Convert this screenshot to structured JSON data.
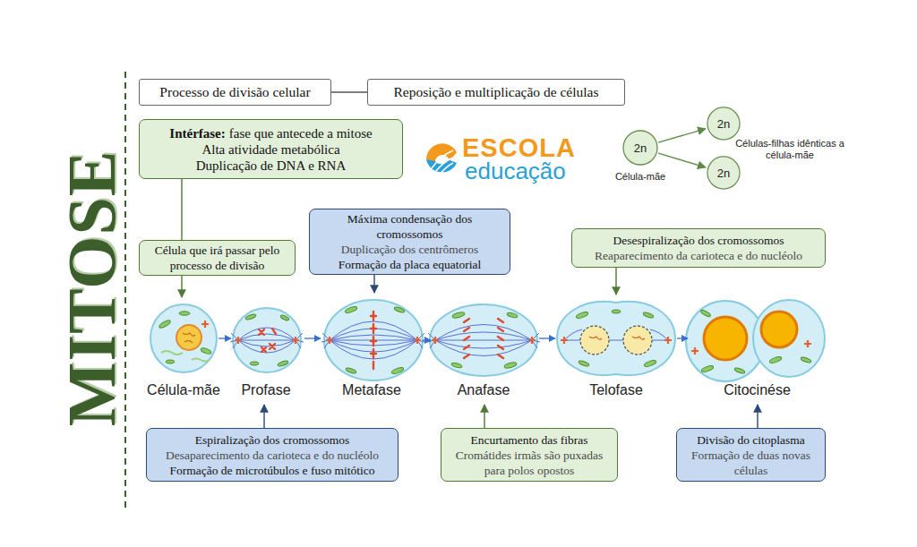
{
  "diagram": {
    "title": "MITOSE",
    "nodes": [
      {
        "text": [
          "Processo de divisão celular"
        ]
      },
      {
        "text": [
          "Reposição e multiplicação de células"
        ]
      },
      {
        "text": [
          "Intérfase:",
          "fase que antecede a mitose",
          "Alta atividade metabólica",
          "Duplicação de DNA e RNA"
        ]
      },
      {
        "text": [
          "2n",
          "Célula-mãe"
        ]
      },
      {
        "text": [
          "2n"
        ]
      },
      {
        "text": [
          "2n"
        ]
      },
      {
        "text": [
          "Célula que irá passar pelo processo de divisão"
        ]
      },
      {
        "text": [
          "Máxima condensação dos cromossomos",
          "Duplicação dos centrômeros",
          "Formação da placa equatorial"
        ]
      },
      {
        "text": [
          "Desespiralização dos cromossomos",
          "Reaparecimento da carioteca e do nucléolo"
        ]
      },
      {
        "text": [
          "Espiralização dos cromossomos",
          "Desaparecimento da carioteca e do nucléolo",
          "Formação de microtúbulos e fuso mitótico"
        ]
      },
      {
        "text": [
          "Encurtamento das fibras",
          "Cromátides irmãs são puxadas para polos opostos"
        ]
      },
      {
        "text": [
          "Divisão do citoplasma",
          "Formação de duas novas células"
        ]
      }
    ],
    "edges": [
      {
        "from": 0,
        "to": 1,
        "arrow": "none"
      },
      {
        "from": 2,
        "to": 6,
        "arrow": "none"
      },
      {
        "from": 3,
        "to": 4,
        "arrow": "to"
      },
      {
        "from": 3,
        "to": 5,
        "arrow": "to"
      }
    ],
    "labels": [
      "Células-filhas idênticas a célula-mãe",
      "ESCOLA",
      "educação",
      "Célula-mãe",
      "Profase",
      "Metafase",
      "Anafase",
      "Telofase",
      "Citocinése"
    ]
  }
}
